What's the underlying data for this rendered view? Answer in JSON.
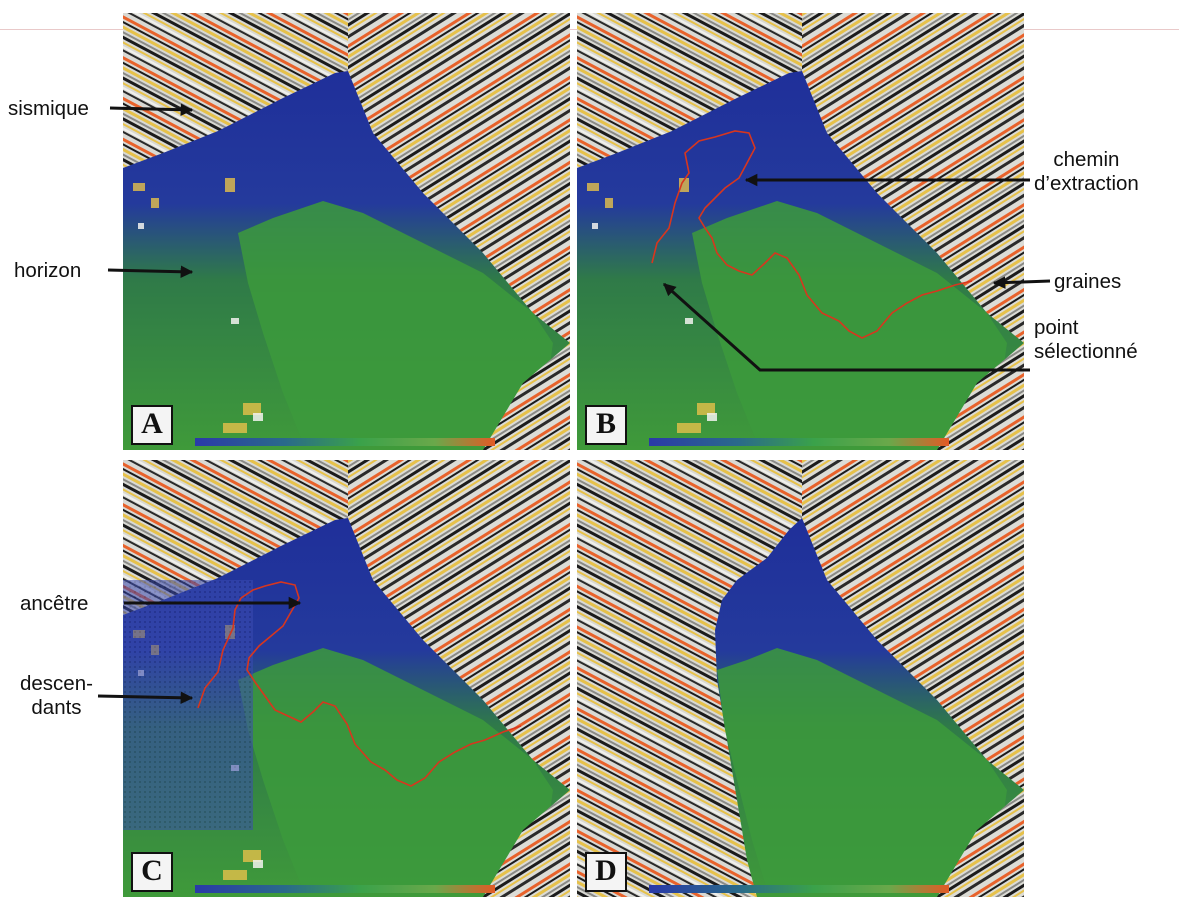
{
  "panels": [
    {
      "id": "A",
      "label": "A",
      "has_path": false,
      "variant": "full"
    },
    {
      "id": "B",
      "label": "B",
      "has_path": true,
      "variant": "full"
    },
    {
      "id": "C",
      "label": "C",
      "has_path": true,
      "variant": "full"
    },
    {
      "id": "D",
      "label": "D",
      "has_path": false,
      "variant": "cut"
    }
  ],
  "annotations": {
    "sismique": "sismique",
    "horizon": "horizon",
    "chemin_line1": "chemin",
    "chemin_line2": "d’extraction",
    "graines": "graines",
    "point_line1": "point",
    "point_line2": "sélectionné",
    "ancetre": "ancêtre",
    "descendants_line1": "descen-",
    "descendants_line2": "dants"
  },
  "colors": {
    "seismic_orange": "#e8622b",
    "seismic_yellow": "#e6c14a",
    "seismic_dark": "#1b1b1b",
    "horizon_blue": "#1f2f9a",
    "horizon_green": "#3f9a3a",
    "path_red": "#d8361e",
    "colorbar": [
      "#2a3aa8",
      "#3aa24a",
      "#e35a26"
    ]
  }
}
